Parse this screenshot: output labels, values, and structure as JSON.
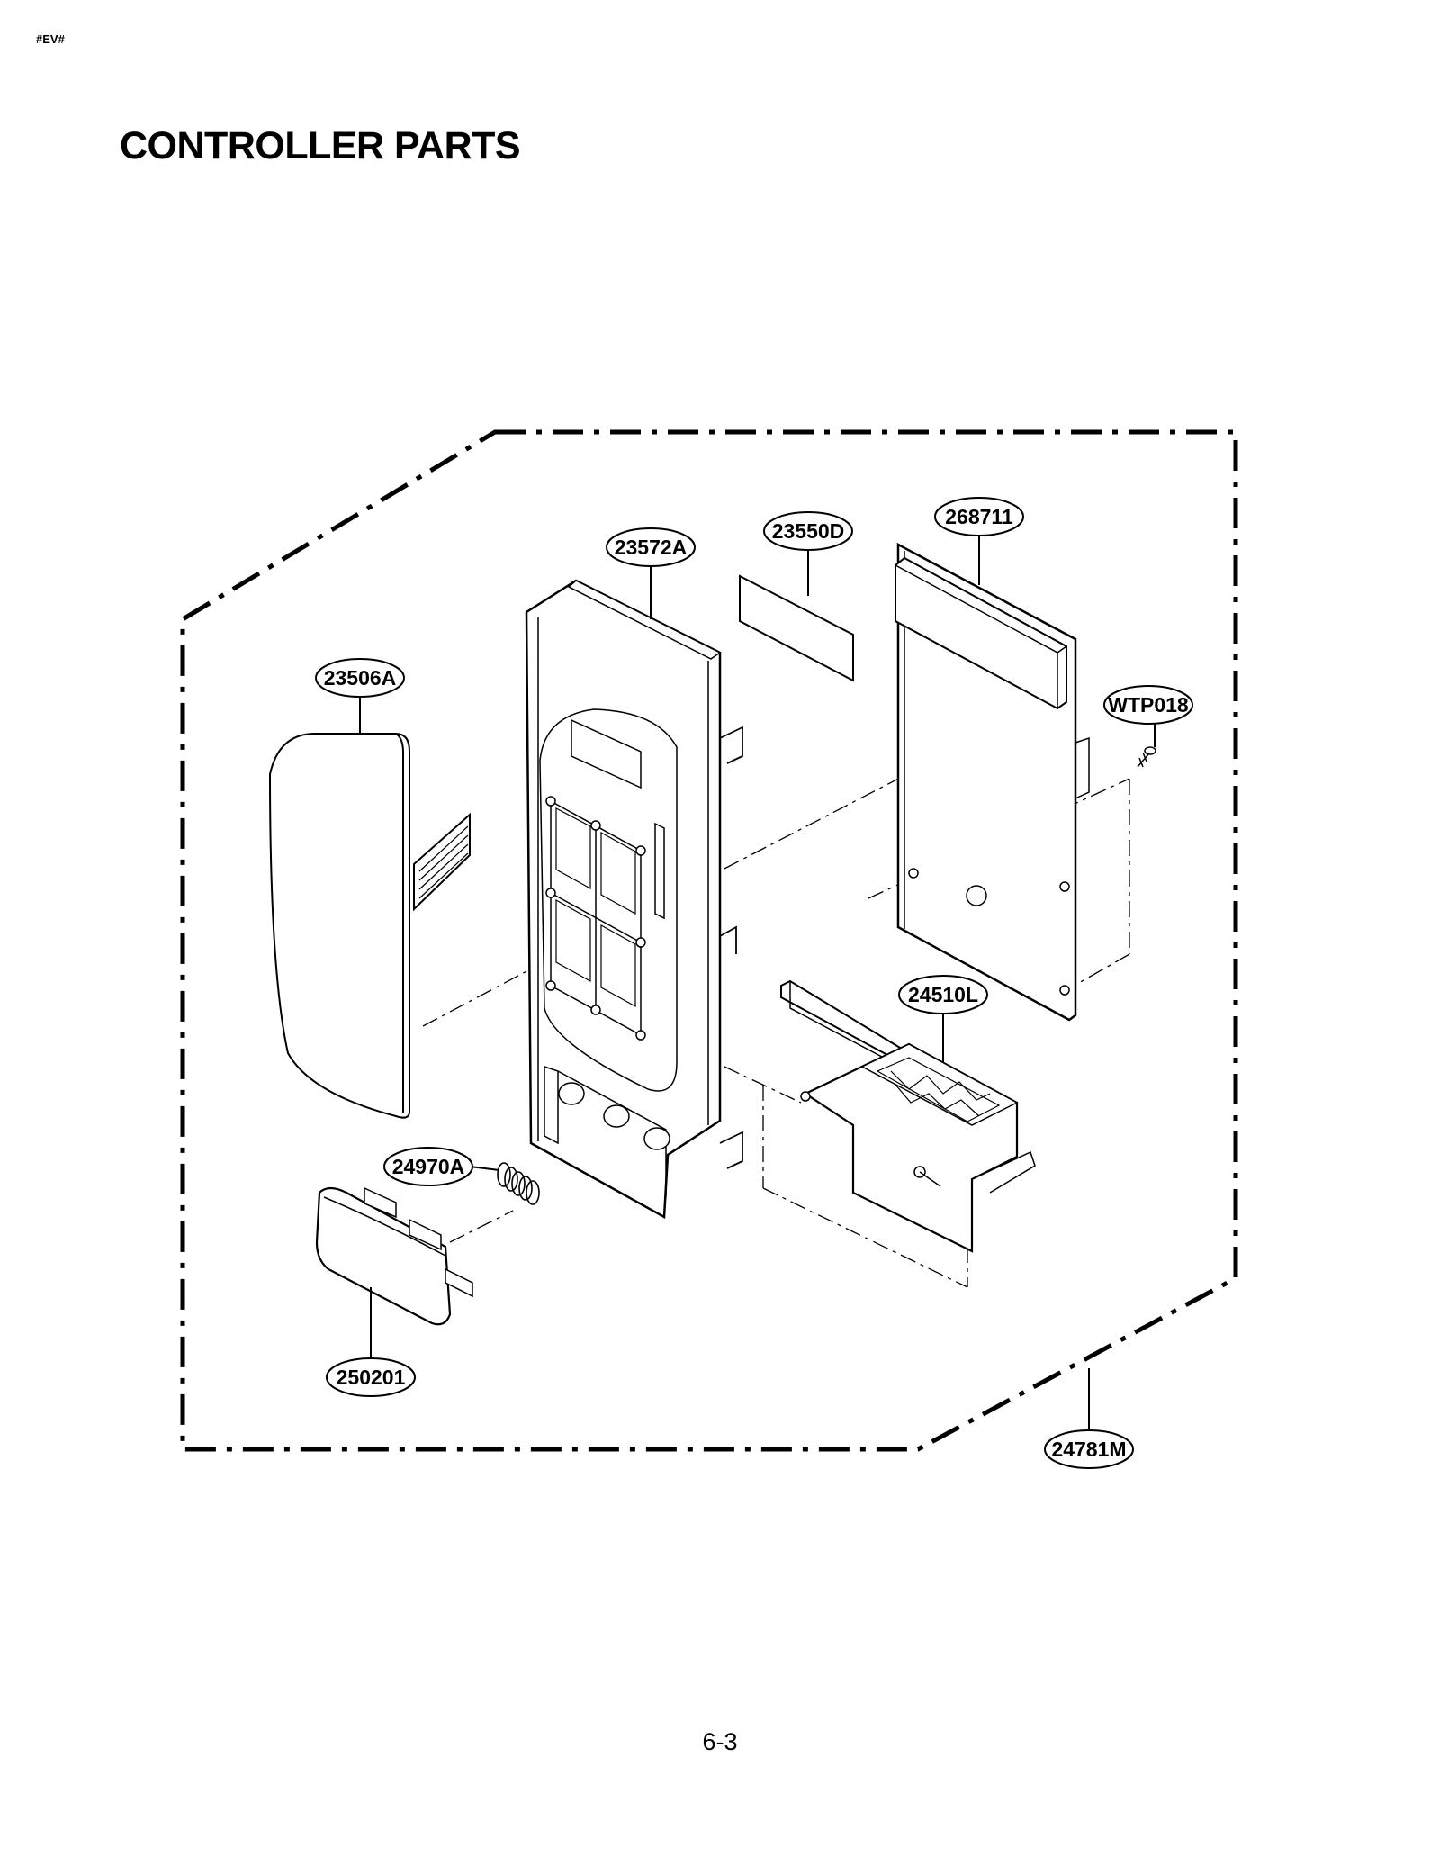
{
  "header": {
    "code": "#EV#"
  },
  "title": "CONTROLLER PARTS",
  "footer": {
    "page_number": "6-3"
  },
  "parts": {
    "ventilation_lever": "23506A",
    "control_panel_frame": "23572A",
    "display_window": "23550D",
    "pcb_assembly": "268711",
    "screw": "WTP018",
    "latch_bracket": "24510L",
    "spring": "24970A",
    "door_button": "250201",
    "controller_assembly": "24781M"
  }
}
